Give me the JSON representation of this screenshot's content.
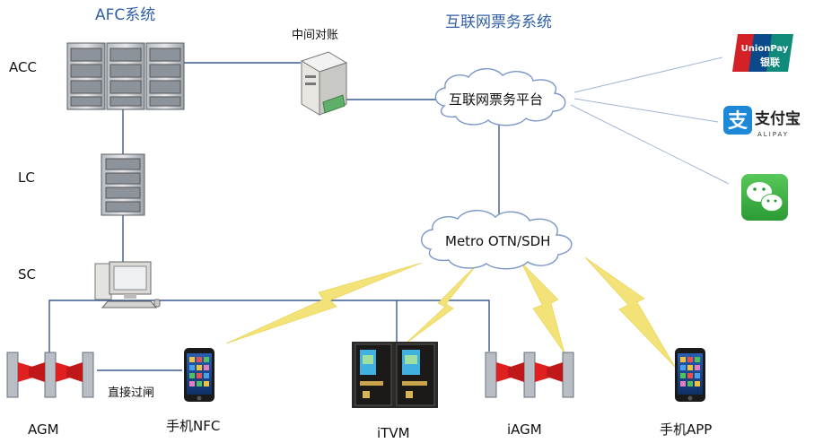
{
  "titles": {
    "afc": "AFC系统",
    "internet": "互联网票务系统"
  },
  "levels": {
    "acc": "ACC",
    "lc": "LC",
    "sc": "SC"
  },
  "nodes": {
    "reconcile": "中间对账",
    "platform": "互联网票务平台",
    "metro": "Metro OTN/SDH"
  },
  "payments": {
    "unionpay": {
      "en": "UnionPay",
      "cn": "银联"
    },
    "alipay": {
      "cn": "支付宝",
      "en": "ALIPAY"
    }
  },
  "devices": {
    "agm": "AGM",
    "phone_nfc": "手机NFC",
    "itvm": "iTVM",
    "iagm": "iAGM",
    "phone_app": "手机APP"
  },
  "edges": {
    "direct_pass": "直接过闸"
  },
  "colors": {
    "title": "#2f5fa8",
    "line": "#3b5b8f",
    "thin": "#9fb7d9",
    "lightning": "#f3e277",
    "gate_red": "#e02020",
    "unionpay_red": "#d42027",
    "alipay_blue": "#1e88d8",
    "wechat_green": "#3bb143"
  }
}
